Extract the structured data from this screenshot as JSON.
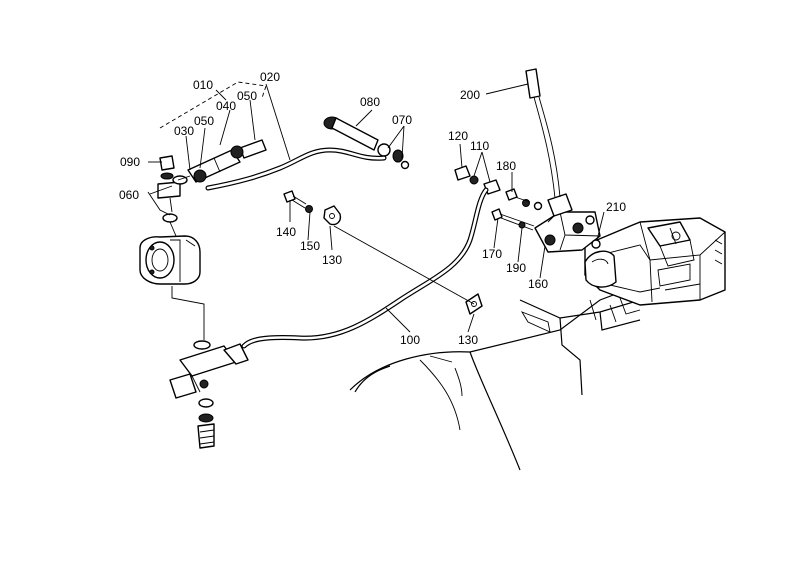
{
  "labels": {
    "p010": "010",
    "p020": "020",
    "p030": "030",
    "p040": "040",
    "p050a": "050",
    "p050b": "050",
    "p060": "060",
    "p070": "070",
    "p080": "080",
    "p090": "090",
    "p100": "100",
    "p110": "110",
    "p120": "120",
    "p130a": "130",
    "p130b": "130",
    "p140": "140",
    "p150": "150",
    "p160": "160",
    "p170": "170",
    "p180": "180",
    "p190": "190",
    "p200": "200",
    "p210": "210"
  }
}
